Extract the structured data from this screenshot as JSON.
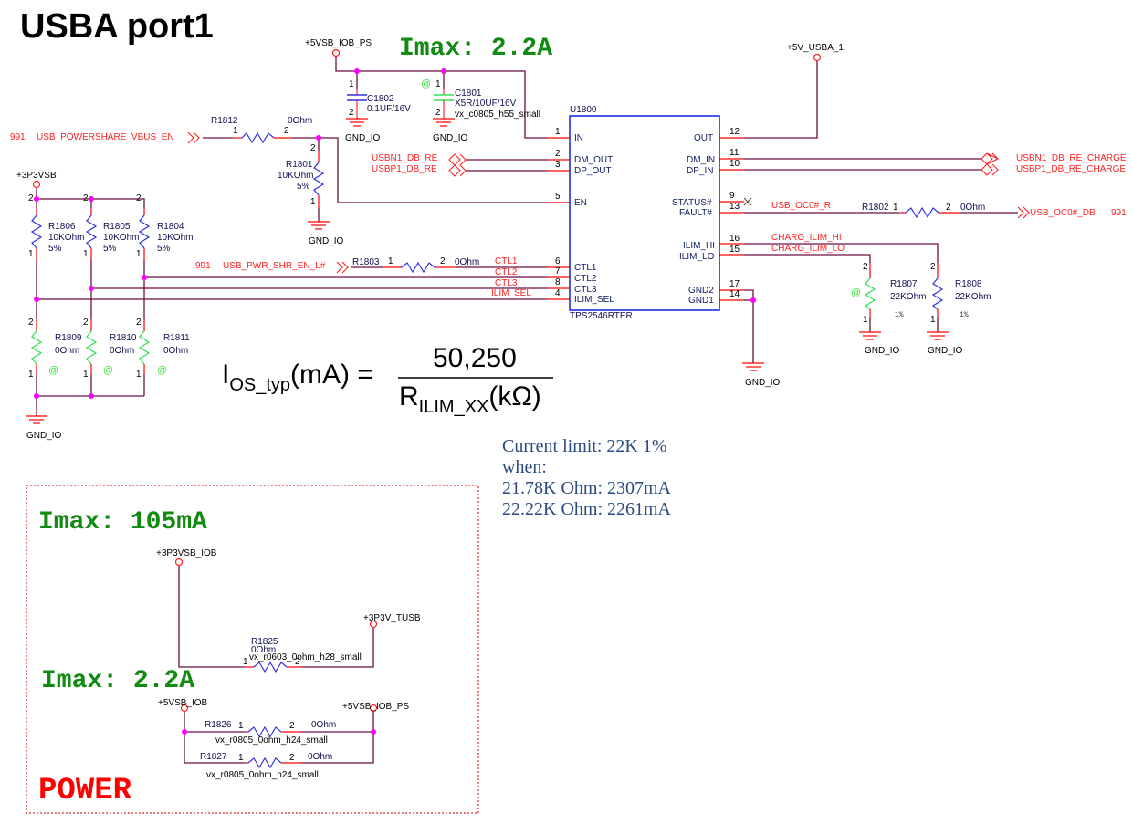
{
  "title": "USBA port1",
  "imax_labels": {
    "main": "Imax: 2.2A",
    "box_1": "Imax: 105mA",
    "box_2": "Imax: 2.2A"
  },
  "section_label": "POWER",
  "colors": {
    "wire": "#6a1040",
    "pin_stub": "#ff0000",
    "resistor": "#3030e0",
    "resistor_alt": "#30e050",
    "junction": "#ff00ff",
    "ic_outline": "#1020e0",
    "net_label": "#ff2020",
    "imax_text": "#108a10",
    "note_text": "#2a4a80",
    "box_border": "#cc0000"
  },
  "power_nets": {
    "p5vsb_iob_ps_top": "+5VSB_IOB_PS",
    "p5v_usba_1": "+5V_USBA_1",
    "p3p3vsb": "+3P3VSB",
    "p3p3vsb_iob": "+3P3VSB_IOB",
    "p3p3v_tusb": "+3P3V_TUSB",
    "p5vsb_iob": "+5VSB_IOB",
    "p5vsb_iob_ps_box": "+5VSB_IOB_PS"
  },
  "gnd_label": "GND_IO",
  "offpage": {
    "vbus_en": {
      "page": "991",
      "name": "USB_POWERSHARE_VBUS_EN"
    },
    "pwr_shr_en": {
      "page": "991",
      "name": "USB_PWR_SHR_EN_L#"
    },
    "oc0_db": {
      "page": "991",
      "name": "USB_OC0#_DB"
    },
    "usbn1_db_re": "USBN1_DB_RE",
    "usbp1_db_re": "USBP1_DB_RE",
    "usbn1_charge": "USBN1_DB_RE_CHARGE",
    "usbp1_charge": "USBP1_DB_RE_CHARGE"
  },
  "local_nets": {
    "oc0_r": "USB_OC0#_R",
    "ctl1": "CTL1",
    "ctl2": "CTL2",
    "ctl3": "CTL3",
    "ilim_sel": "ILIM_SEL",
    "ilim_hi": "CHARG_ILIM_HI",
    "ilim_lo": "CHARG_ILIM_LO"
  },
  "capacitors": [
    {
      "ref": "C1802",
      "value": "0.1UF/16V",
      "footprint": "",
      "pin1": "1",
      "pin2": "2",
      "alt": false
    },
    {
      "ref": "C1801",
      "value": "X5R/10UF/16V",
      "footprint": "vx_c0805_h55_small",
      "pin1": "1",
      "pin2": "2",
      "alt": true
    }
  ],
  "resistors": {
    "R1812": {
      "ref": "R1812",
      "value": "0Ohm",
      "pin1": "1",
      "pin2": "2"
    },
    "R1801": {
      "ref": "R1801",
      "value": "10KOhm",
      "tol": "5%",
      "pin1": "1",
      "pin2": "2"
    },
    "R1806": {
      "ref": "R1806",
      "value": "10KOhm",
      "tol": "5%",
      "pin1": "1",
      "pin2": "2"
    },
    "R1805": {
      "ref": "R1805",
      "value": "10KOhm",
      "tol": "5%",
      "pin1": "1",
      "pin2": "2"
    },
    "R1804": {
      "ref": "R1804",
      "value": "10KOhm",
      "tol": "5%",
      "pin1": "1",
      "pin2": "2"
    },
    "R1809": {
      "ref": "R1809",
      "value": "0Ohm",
      "pin1": "1",
      "pin2": "2"
    },
    "R1810": {
      "ref": "R1810",
      "value": "0Ohm",
      "pin1": "1",
      "pin2": "2"
    },
    "R1811": {
      "ref": "R1811",
      "value": "0Ohm",
      "pin1": "1",
      "pin2": "2"
    },
    "R1803": {
      "ref": "R1803",
      "value": "0Ohm",
      "pin1": "1",
      "pin2": "2"
    },
    "R1802": {
      "ref": "R1802",
      "value": "0Ohm",
      "pin1": "1",
      "pin2": "2"
    },
    "R1807": {
      "ref": "R1807",
      "value": "22KOhm",
      "tol": "1%",
      "pin1": "1",
      "pin2": "2"
    },
    "R1808": {
      "ref": "R1808",
      "value": "22KOhm",
      "tol": "1%",
      "pin1": "1",
      "pin2": "2"
    },
    "R1825": {
      "ref": "R1825",
      "value": "0Ohm",
      "footprint": "vx_r0603_0ohm_h28_small",
      "pin1": "1",
      "pin2": "2"
    },
    "R1826": {
      "ref": "R1826",
      "value": "0Ohm",
      "footprint": "vx_r0805_0ohm_h24_small",
      "pin1": "1",
      "pin2": "2"
    },
    "R1827": {
      "ref": "R1827",
      "value": "0Ohm",
      "footprint": "vx_r0805_0ohm_h24_small",
      "pin1": "1",
      "pin2": "2"
    }
  },
  "alt_marker": "@",
  "ic": {
    "ref": "U1800",
    "part": "TPS2546RTER",
    "left_pins": [
      {
        "num": "1",
        "name": "IN"
      },
      {
        "num": "2",
        "name": "DM_OUT"
      },
      {
        "num": "3",
        "name": "DP_OUT"
      },
      {
        "num": "5",
        "name": "EN"
      },
      {
        "num": "6",
        "name": "CTL1"
      },
      {
        "num": "7",
        "name": "CTL2"
      },
      {
        "num": "8",
        "name": "CTL3"
      },
      {
        "num": "4",
        "name": "ILIM_SEL"
      }
    ],
    "right_pins": [
      {
        "num": "12",
        "name": "OUT"
      },
      {
        "num": "11",
        "name": "DM_IN"
      },
      {
        "num": "10",
        "name": "DP_IN"
      },
      {
        "num": "9",
        "name": "STATUS#"
      },
      {
        "num": "13",
        "name": "FAULT#"
      },
      {
        "num": "16",
        "name": "ILIM_HI"
      },
      {
        "num": "15",
        "name": "ILIM_LO"
      },
      {
        "num": "17",
        "name": "GND2"
      },
      {
        "num": "14",
        "name": "GND1"
      }
    ]
  },
  "formula": {
    "lhs_main": "I",
    "lhs_sub": "OS_typ",
    "lhs_unit": "(mA) =",
    "numerator": "50,250",
    "den_main": "R",
    "den_sub": "ILIM_XX",
    "den_unit": "(kΩ)"
  },
  "note": {
    "line1": "Current limit: 22K  1%",
    "line2": "when:",
    "line3": "21.78K Ohm: 2307mA",
    "line4": "22.22K Ohm: 2261mA"
  }
}
